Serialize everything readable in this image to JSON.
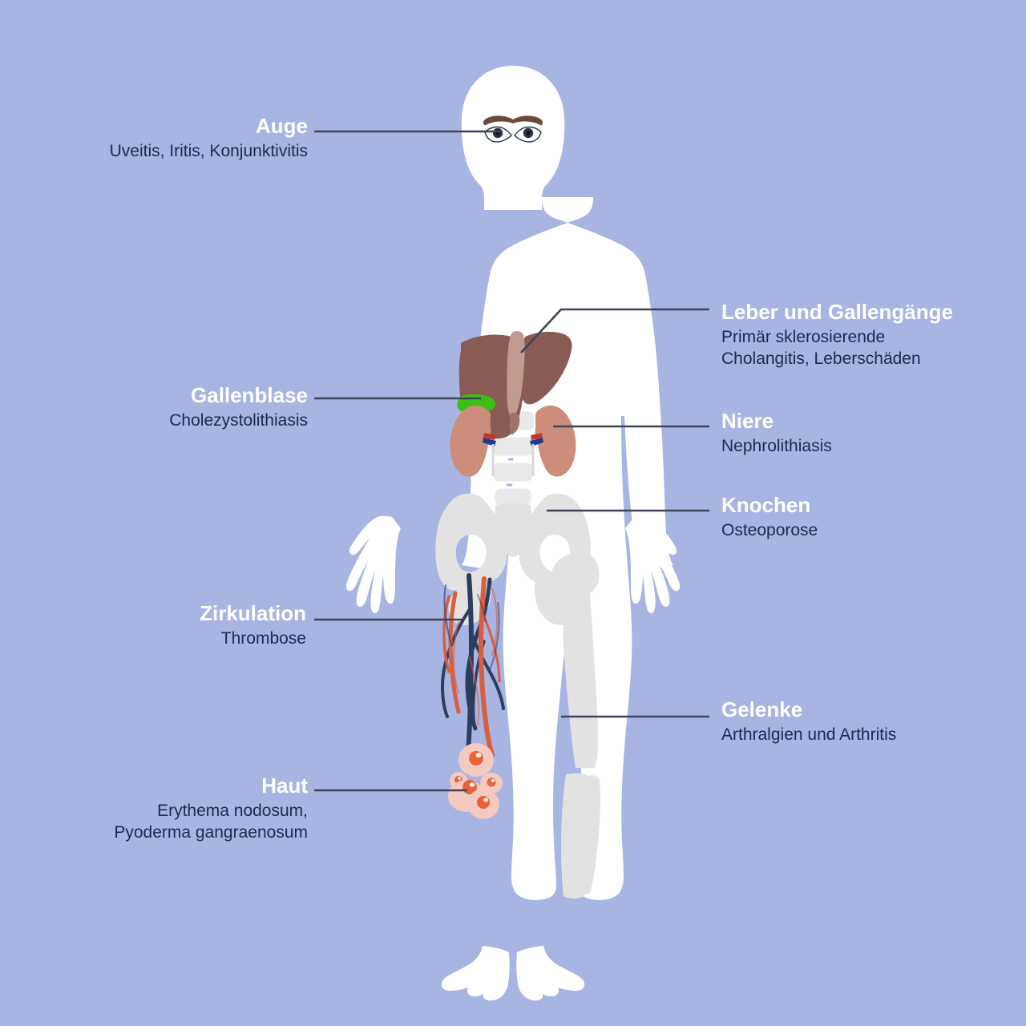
{
  "meta": {
    "background_color": "#a8b4e2",
    "title_color": "#ffffff",
    "subtitle_color": "#1c2a4e",
    "leader_line_color": "#3d4557"
  },
  "figure": {
    "body_color": "#ffffff",
    "bone_color": "#e2e2e2",
    "liver_color": "#8a5a54",
    "liver_light_color": "#9c6c64",
    "gallbladder_color": "#3ebd14",
    "kidney_color": "#cc8d7a",
    "vein_color": "#2d3d5c",
    "artery_color": "#d85f3f",
    "lesion_color": "#f3c9c0",
    "lesion_core_color": "#e8633a",
    "eyebrow_color": "#6b4a3a",
    "iris_color": "#2b3245"
  },
  "callouts": [
    {
      "id": "auge",
      "title": "Auge",
      "subtitle": "Uveitis, Iritis, Konjunktivitis",
      "side": "left"
    },
    {
      "id": "gallenblase",
      "title": "Gallenblase",
      "subtitle": "Cholezystolithiasis",
      "side": "left"
    },
    {
      "id": "zirkulation",
      "title": "Zirkulation",
      "subtitle": "Thrombose",
      "side": "left"
    },
    {
      "id": "haut",
      "title": "Haut",
      "subtitle": "Erythema nodosum,\nPyoderma gangraenosum",
      "side": "left"
    },
    {
      "id": "leber",
      "title": "Leber und Gallengänge",
      "subtitle": "Primär sklerosierende\nCholangitis, Leberschäden",
      "side": "right"
    },
    {
      "id": "niere",
      "title": "Niere",
      "subtitle": "Nephrolithiasis",
      "side": "right"
    },
    {
      "id": "knochen",
      "title": "Knochen",
      "subtitle": "Osteoporose",
      "side": "right"
    },
    {
      "id": "gelenke",
      "title": "Gelenke",
      "subtitle": "Arthralgien und Arthritis",
      "side": "right"
    }
  ]
}
